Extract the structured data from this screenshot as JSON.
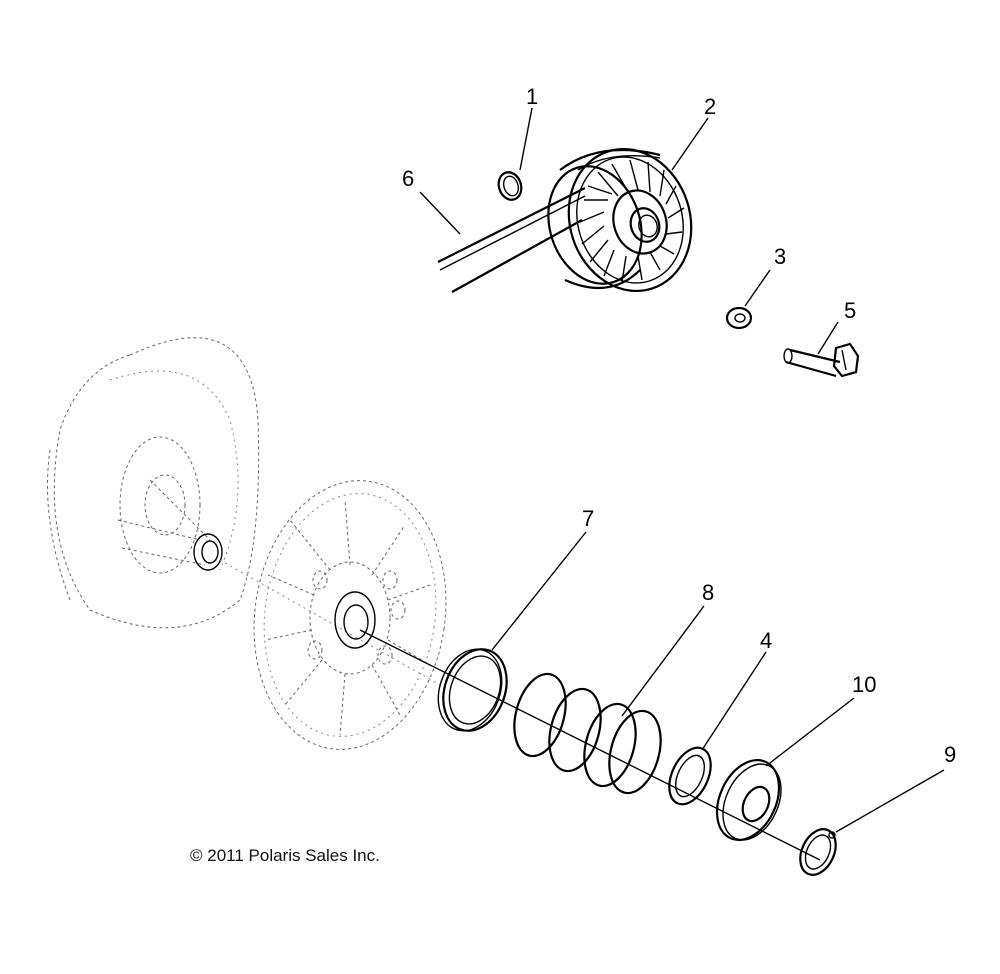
{
  "diagram": {
    "callouts": [
      {
        "id": "1",
        "label": "1"
      },
      {
        "id": "2",
        "label": "2"
      },
      {
        "id": "3",
        "label": "3"
      },
      {
        "id": "4",
        "label": "4"
      },
      {
        "id": "5",
        "label": "5"
      },
      {
        "id": "6",
        "label": "6"
      },
      {
        "id": "7",
        "label": "7"
      },
      {
        "id": "8",
        "label": "8"
      },
      {
        "id": "9",
        "label": "9"
      },
      {
        "id": "10",
        "label": "10"
      }
    ],
    "copyright": "© 2011 Polaris Sales Inc."
  }
}
